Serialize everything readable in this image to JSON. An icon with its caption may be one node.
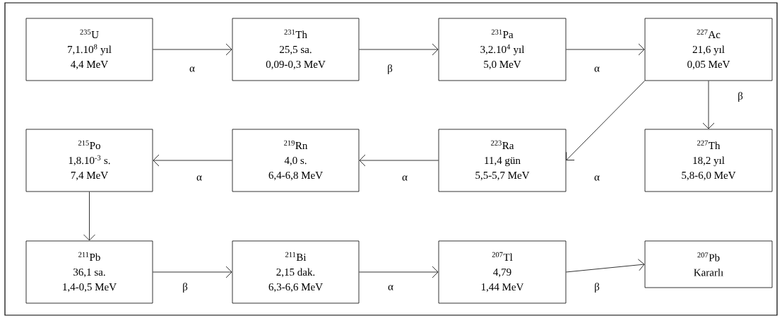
{
  "diagram": {
    "nodes": [
      {
        "text": [
          "$^{235}$U",
          "7,1.10$^{8}$ yıl",
          "4,4 MeV"
        ]
      },
      {
        "text": [
          "$^{231}$Th",
          "25,5 sa.",
          "0,09-0,3 MeV"
        ]
      },
      {
        "text": [
          "$^{231}$Pa",
          "3,2.10$^{4}$ yıl",
          "5,0 MeV"
        ]
      },
      {
        "text": [
          "$^{227}$Ac",
          "21,6 yıl",
          "0,05 MeV"
        ]
      },
      {
        "text": [
          "$^{215}$Po",
          "1,8.10$^{-3}$ s.",
          "7,4 MeV"
        ]
      },
      {
        "text": [
          "$^{219}$Rn",
          "4,0 s.",
          "6,4-6,8 MeV"
        ]
      },
      {
        "text": [
          "$^{223}$Ra",
          "11,4 gün",
          "5,5-5,7 MeV"
        ]
      },
      {
        "text": [
          "$^{227}$Th",
          "18,2 yıl",
          "5,8-6,0 MeV"
        ]
      },
      {
        "text": [
          "$^{211}$Pb",
          "36,1 sa.",
          "1,4-0,5 MeV"
        ]
      },
      {
        "text": [
          "$^{211}$Bi",
          "2,15 dak.",
          "6,3-6,6 MeV"
        ]
      },
      {
        "text": [
          "$^{207}$Tl",
          "4,79",
          "1,44 MeV"
        ]
      },
      {
        "text": [
          "$^{207}$Pb",
          "Kararlı"
        ]
      }
    ],
    "edges": [
      {
        "from": 0,
        "to": 1,
        "arrow": "to",
        "label": "α"
      },
      {
        "from": 1,
        "to": 2,
        "arrow": "to",
        "label": "β"
      },
      {
        "from": 2,
        "to": 3,
        "arrow": "to",
        "label": "α"
      },
      {
        "from": 3,
        "to": 6,
        "arrow": "to",
        "label": "α"
      },
      {
        "from": 3,
        "to": 7,
        "arrow": "to",
        "label": "β"
      },
      {
        "from": 6,
        "to": 5,
        "arrow": "to",
        "label": "α"
      },
      {
        "from": 5,
        "to": 4,
        "arrow": "to",
        "label": "α"
      },
      {
        "from": 4,
        "to": 8,
        "arrow": "to"
      },
      {
        "from": 8,
        "to": 9,
        "arrow": "to",
        "label": "β"
      },
      {
        "from": 9,
        "to": 10,
        "arrow": "to",
        "label": "α"
      },
      {
        "from": 10,
        "to": 11,
        "arrow": "to",
        "label": "β"
      }
    ]
  }
}
